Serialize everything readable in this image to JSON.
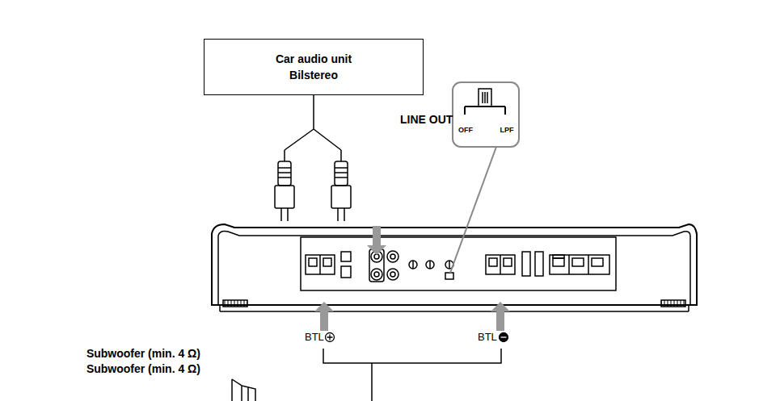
{
  "diagram": {
    "nodes": [
      {
        "text": [
          "Car audio unit",
          "Bilstereo"
        ]
      }
    ],
    "labels": [
      "LINE OUT",
      "OFF",
      "LPF",
      "BTL",
      "BTL",
      "Subwoofer (min. 4 Ω)",
      "Subwoofer (min. 4 Ω)"
    ]
  }
}
